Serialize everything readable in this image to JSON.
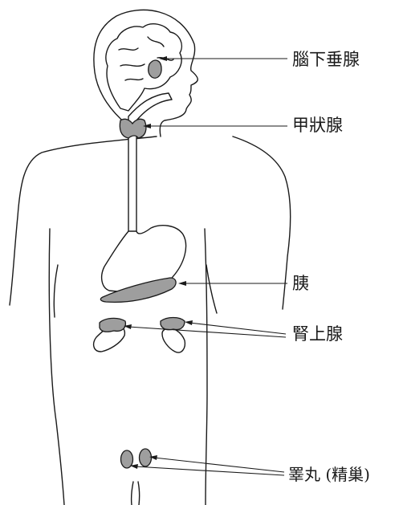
{
  "colors": {
    "gland": "#9e9e9e",
    "outline": "#1a1a1a",
    "background": "#ffffff"
  },
  "labels": {
    "pituitary": "腦下垂腺",
    "thyroid": "甲狀腺",
    "pancreas": "胰",
    "adrenal": "腎上腺",
    "testes": "睪丸 (精巢)"
  }
}
